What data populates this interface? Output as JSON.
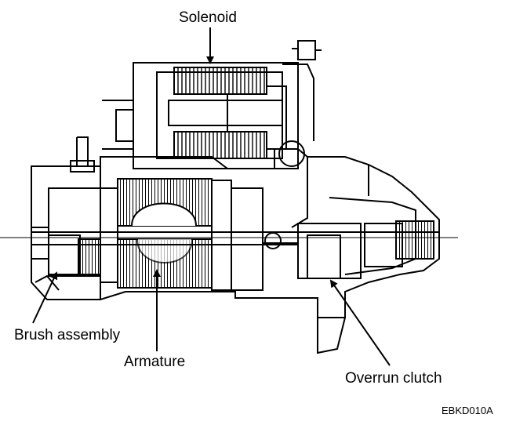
{
  "labels": {
    "solenoid": "Solenoid",
    "brush_assembly": "Brush assembly",
    "armature": "Armature",
    "overrun_clutch": "Overrun clutch"
  },
  "figure_code": "EBKD010A"
}
